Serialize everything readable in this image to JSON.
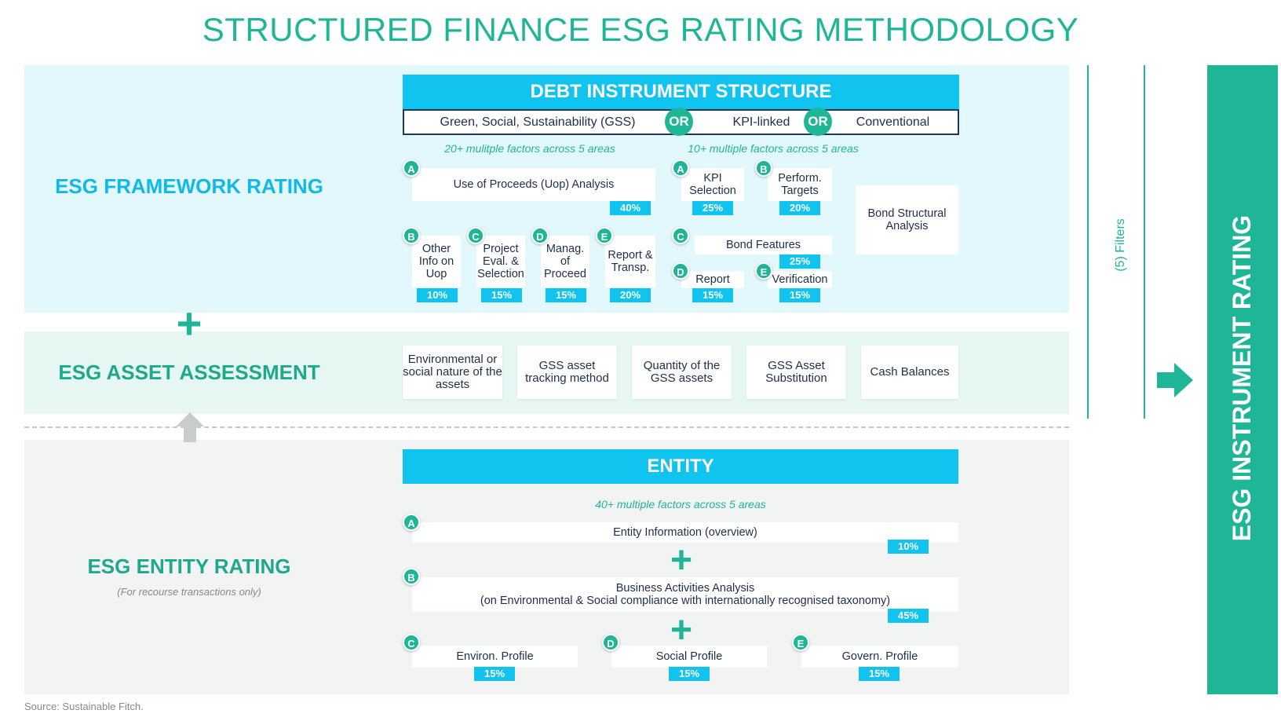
{
  "title": "STRUCTURED FINANCE ESG RATING METHODOLOGY",
  "sections": {
    "framework": "ESG FRAMEWORK RATING",
    "asset": "ESG ASSET ASSESSMENT",
    "entity": "ESG ENTITY RATING",
    "entity_note": "(For recourse transactions only)"
  },
  "plus_symbol": "+",
  "debt": {
    "header": "DEBT INSTRUMENT STRUCTURE",
    "types": [
      "Green, Social, Sustainability (GSS)",
      "KPI-linked",
      "Conventional"
    ],
    "or_label": "OR",
    "gss_note": "20+ mulitple factors across 5 areas",
    "kpi_note": "10+ multiple factors across 5 areas",
    "gss_factors": [
      {
        "letter": "A",
        "label": "Use of Proceeds (Uop) Analysis",
        "pct": "40%"
      },
      {
        "letter": "B",
        "label": "Other Info on Uop",
        "pct": "10%"
      },
      {
        "letter": "C",
        "label": "Project Eval. & Selection",
        "pct": "15%"
      },
      {
        "letter": "D",
        "label": "Manag. of Proceed",
        "pct": "15%"
      },
      {
        "letter": "E",
        "label": "Report & Transp.",
        "pct": "20%"
      }
    ],
    "kpi_factors": [
      {
        "letter": "A",
        "label": "KPI Selection",
        "pct": "25%"
      },
      {
        "letter": "B",
        "label": "Perform. Targets",
        "pct": "20%"
      },
      {
        "letter": "C",
        "label": "Bond Features",
        "pct": "25%"
      },
      {
        "letter": "D",
        "label": "Report",
        "pct": "15%"
      },
      {
        "letter": "E",
        "label": "Verification",
        "pct": "15%"
      }
    ],
    "conventional_box": "Bond Structural Analysis"
  },
  "asset_items": [
    "Environmental or social nature of the assets",
    "GSS asset tracking method",
    "Quantity of the GSS assets",
    "GSS Asset Substitution",
    "Cash Balances"
  ],
  "entity": {
    "header": "ENTITY",
    "note": "40+ multiple factors across 5 areas",
    "info": {
      "letter": "A",
      "label": "Entity Information (overview)",
      "pct": "10%"
    },
    "business": {
      "letter": "B",
      "label": "Business Activities Analysis",
      "sublabel": "(on Environmental & Social compliance with internationally recognised taxonomy)",
      "pct": "45%"
    },
    "profiles": [
      {
        "letter": "C",
        "label": "Environ. Profile",
        "pct": "15%"
      },
      {
        "letter": "D",
        "label": "Social Profile",
        "pct": "15%"
      },
      {
        "letter": "E",
        "label": "Govern. Profile",
        "pct": "15%"
      }
    ]
  },
  "filters_label": "(5) Filters",
  "instrument_rating": "ESG INSTRUMENT RATING",
  "source": "Source: Sustainable Fitch.",
  "colors": {
    "green": "#1fb597",
    "cyan": "#10c4ef",
    "navy": "#1f3559",
    "framework_bg": "#e3f8fc",
    "asset_bg": "#e6f6f3",
    "entity_bg": "#f2f3f3"
  },
  "icons": [
    "up-arrow-icon",
    "right-arrow-icon"
  ]
}
